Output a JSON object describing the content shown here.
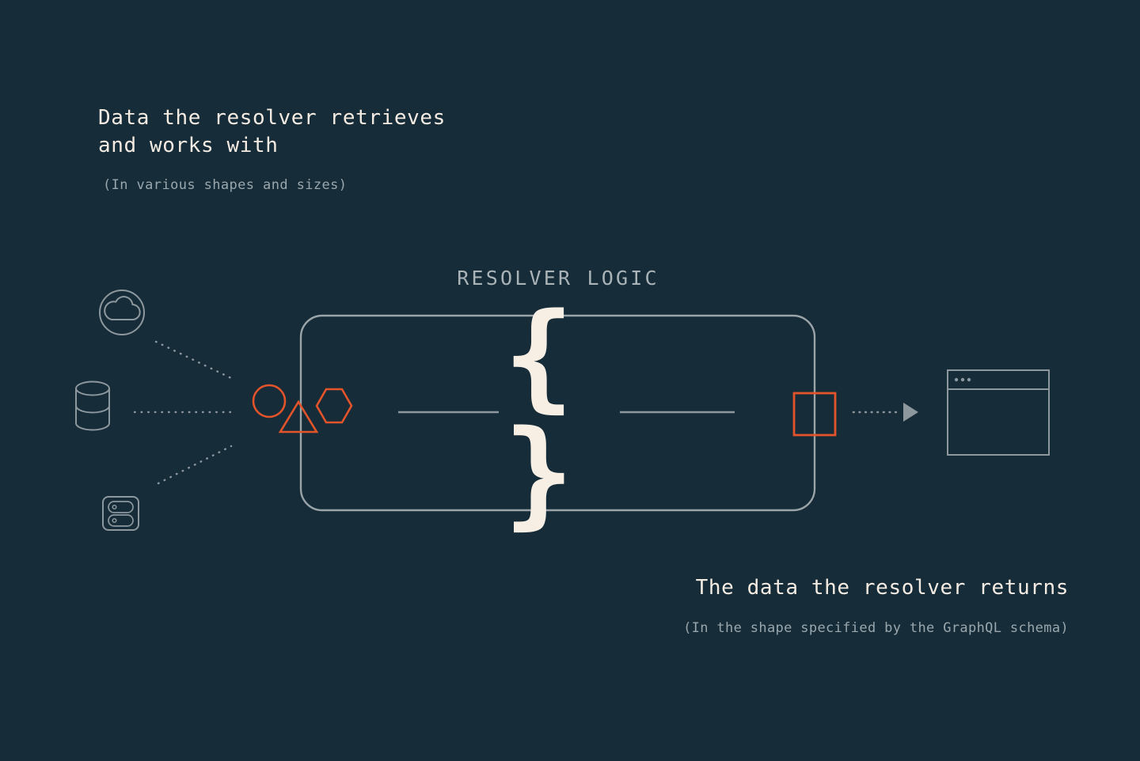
{
  "theme": {
    "background": "#162c38",
    "accent_orange": "#e4542a",
    "text_cream": "#f4ece3",
    "text_muted": "#9aa7ad",
    "line_gray": "#8d989e"
  },
  "top_caption": {
    "headline": "Data the resolver retrieves\nand works with",
    "subline": "(In various shapes and sizes)"
  },
  "bottom_caption": {
    "headline": "The data the resolver returns",
    "subline": "(In the shape specified by the GraphQL schema)"
  },
  "diagram": {
    "title": "RESOLVER LOGIC",
    "brace": "{ }",
    "sources": [
      {
        "id": "cloud",
        "icon": "cloud-icon",
        "label": "Cloud data source"
      },
      {
        "id": "database",
        "icon": "database-icon",
        "label": "Database data source"
      },
      {
        "id": "server",
        "icon": "server-rack-icon",
        "label": "Server data source"
      }
    ],
    "input_shapes": [
      {
        "id": "circle",
        "icon": "circle-shape",
        "color": "#e4542a"
      },
      {
        "id": "triangle",
        "icon": "triangle-shape",
        "color": "#e4542a"
      },
      {
        "id": "hexagon",
        "icon": "hexagon-shape",
        "color": "#e4542a"
      }
    ],
    "output_shape": {
      "id": "square",
      "icon": "square-shape",
      "color": "#e4542a"
    },
    "destination": {
      "id": "browser",
      "icon": "browser-window-icon",
      "label": "Client browser window"
    },
    "connectors": [
      {
        "id": "cloud-to-shapes",
        "style": "dotted"
      },
      {
        "id": "database-to-shapes",
        "style": "dotted"
      },
      {
        "id": "server-to-shapes",
        "style": "dotted"
      },
      {
        "id": "shapes-to-brace",
        "style": "solid"
      },
      {
        "id": "brace-to-square",
        "style": "solid"
      },
      {
        "id": "square-to-browser",
        "style": "dotted-arrow"
      }
    ]
  }
}
